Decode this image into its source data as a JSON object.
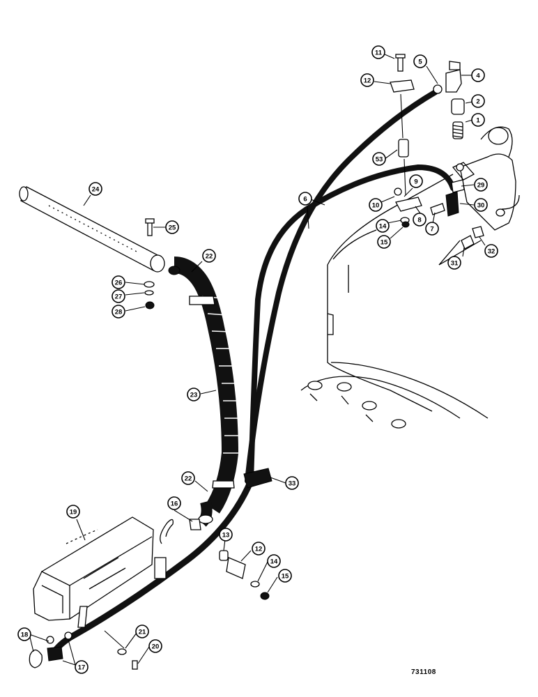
{
  "drawing_number": "731108",
  "callouts": [
    {
      "label": "1"
    },
    {
      "label": "2"
    },
    {
      "label": "4"
    },
    {
      "label": "5"
    },
    {
      "label": "11"
    },
    {
      "label": "12"
    },
    {
      "label": "53"
    },
    {
      "label": "9"
    },
    {
      "label": "10"
    },
    {
      "label": "8"
    },
    {
      "label": "29"
    },
    {
      "label": "30"
    },
    {
      "label": "7"
    },
    {
      "label": "6"
    },
    {
      "label": "14"
    },
    {
      "label": "15"
    },
    {
      "label": "32"
    },
    {
      "label": "31"
    },
    {
      "label": "24"
    },
    {
      "label": "25"
    },
    {
      "label": "26"
    },
    {
      "label": "27"
    },
    {
      "label": "28"
    },
    {
      "label": "22"
    },
    {
      "label": "23"
    },
    {
      "label": "22"
    },
    {
      "label": "33"
    },
    {
      "label": "19"
    },
    {
      "label": "16"
    },
    {
      "label": "13"
    },
    {
      "label": "12"
    },
    {
      "label": "14"
    },
    {
      "label": "15"
    },
    {
      "label": "18"
    },
    {
      "label": "17"
    },
    {
      "label": "21"
    },
    {
      "label": "20"
    }
  ]
}
